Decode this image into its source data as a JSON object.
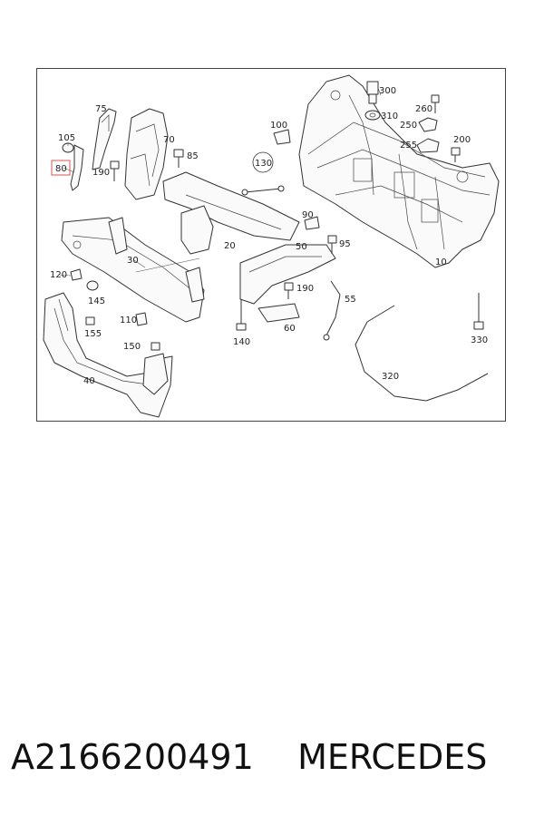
{
  "diagram": {
    "labels": {
      "l300": "300",
      "l310": "310",
      "l260": "260",
      "l250": "250",
      "l255": "255",
      "l200": "200",
      "l75": "75",
      "l70": "70",
      "l105": "105",
      "l80": "80",
      "l85": "85",
      "l190a": "190",
      "l100": "100",
      "l130": "130",
      "l90": "90",
      "l20": "20",
      "l50": "50",
      "l95": "95",
      "l10": "10",
      "l30": "30",
      "l120": "120",
      "l145": "145",
      "l190b": "190",
      "l55": "55",
      "l110": "110",
      "l155": "155",
      "l140": "140",
      "l60": "60",
      "l330": "330",
      "l150": "150",
      "l40": "40",
      "l320": "320"
    },
    "highlighted_part": "80",
    "highlight_color": "#d9534f"
  },
  "caption": {
    "part_number": "A2166200491",
    "brand": "MERCEDES"
  }
}
